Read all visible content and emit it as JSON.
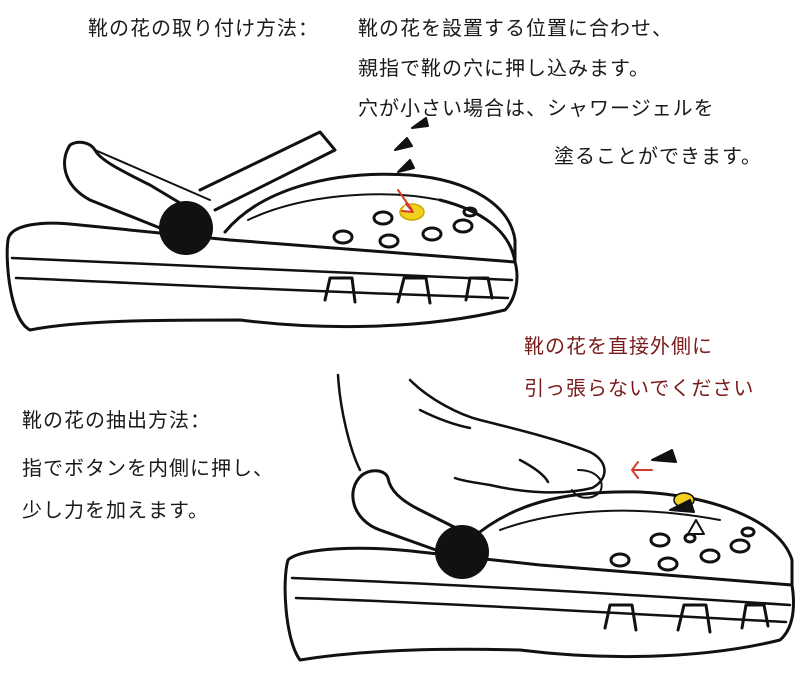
{
  "install": {
    "heading": "靴の花の取り付け方法：",
    "line1": "靴の花を設置する位置に合わせ、",
    "line2": "親指で靴の穴に押し込みます。",
    "line3": "穴が小さい場合は、シャワージェルを",
    "line4": "塗ることができます。"
  },
  "warning": {
    "line1": "靴の花を直接外側に",
    "line2": "引っ張らないでください"
  },
  "removal": {
    "heading": "靴の花の抽出方法：",
    "line1": "指でボタンを内側に押し、",
    "line2": "少し力を加えます。"
  },
  "colors": {
    "warning_text": "#7a1a1a",
    "charm_yellow": "#f2d01e",
    "arrow_red": "#d23a2a"
  }
}
